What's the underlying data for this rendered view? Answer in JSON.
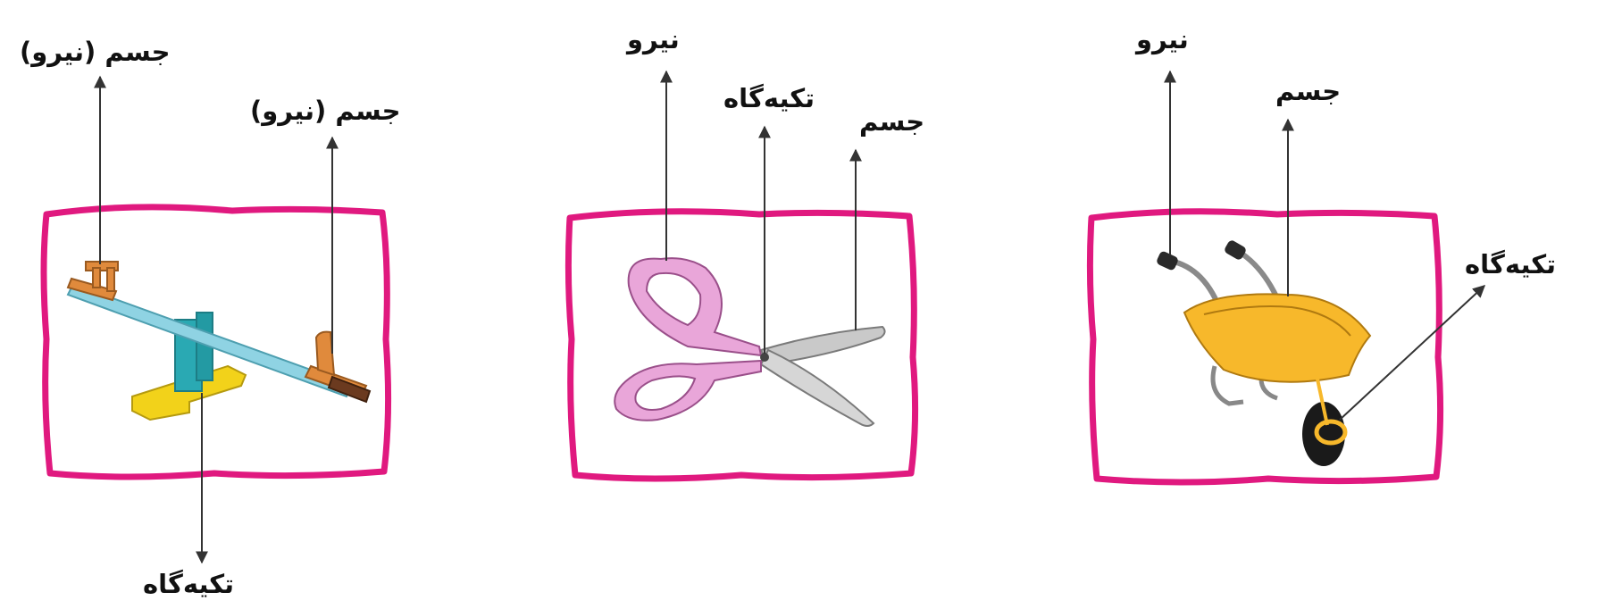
{
  "colors": {
    "frame": "#e0197f",
    "arrow": "#333333",
    "seesaw_board": "#8fd3e3",
    "seesaw_stand": "#2aa9b3",
    "seesaw_base": "#f2d21a",
    "seesaw_seat": "#e08a3c",
    "seesaw_handle": "#6b3a1f",
    "scissors_handle": "#e9a6d9",
    "scissors_blade": "#c9c9c9",
    "wheelbarrow_bucket": "#f7b82b",
    "wheelbarrow_wheel": "#1a1a1a"
  },
  "panels": [
    {
      "object": "seesaw-icon",
      "labels": {
        "body_force_1": "جسم (نیرو)",
        "body_force_2": "جسم (نیرو)",
        "fulcrum": "تکیه‌گاه"
      }
    },
    {
      "object": "scissors-icon",
      "labels": {
        "force": "نیرو",
        "fulcrum": "تکیه‌گاه",
        "body": "جسم"
      }
    },
    {
      "object": "wheelbarrow-icon",
      "labels": {
        "force": "نیرو",
        "body": "جسم",
        "fulcrum": "تکیه‌گاه"
      }
    }
  ]
}
